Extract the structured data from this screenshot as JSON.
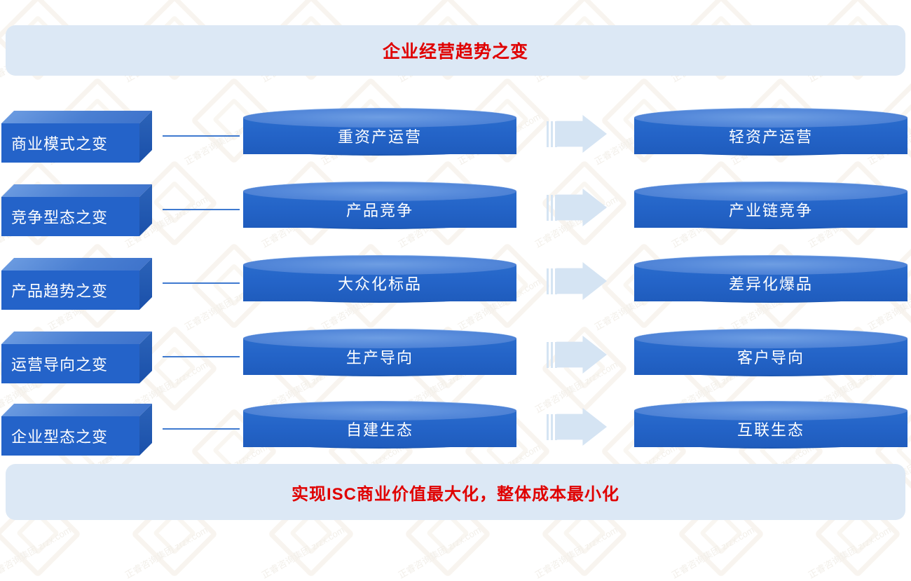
{
  "header": {
    "title": "企业经营趋势之变"
  },
  "footer": {
    "title": "实现ISC商业价值最大化，整体成本最小化"
  },
  "colors": {
    "banner_bg": "#dce8f5",
    "banner_text": "#e00000",
    "box_front": "#2463c9",
    "box_top": "#4a7fd2",
    "box_side": "#1a50aa",
    "cylinder_body": "#2464c8",
    "cylinder_top": "#5589da",
    "arrow": "#d5e4f3",
    "connector": "#3f7ad0"
  },
  "rows": [
    {
      "label": "商业模式之变",
      "from": "重资产运营",
      "to": "轻资产运营",
      "arrow_icon": "right-arrow-icon"
    },
    {
      "label": "竞争型态之变",
      "from": "产品竞争",
      "to": "产业链竞争",
      "arrow_icon": "right-arrow-icon"
    },
    {
      "label": "产品趋势之变",
      "from": "大众化标品",
      "to": "差异化爆品",
      "arrow_icon": "right-arrow-icon"
    },
    {
      "label": "运营导向之变",
      "from": "生产导向",
      "to": "客户导向",
      "arrow_icon": "right-arrow-icon"
    },
    {
      "label": "企业型态之变",
      "from": "自建生态",
      "to": "互联生态",
      "arrow_icon": "right-arrow-icon"
    }
  ],
  "watermark": {
    "text": "正睿咨询集团 zrzx.com"
  }
}
